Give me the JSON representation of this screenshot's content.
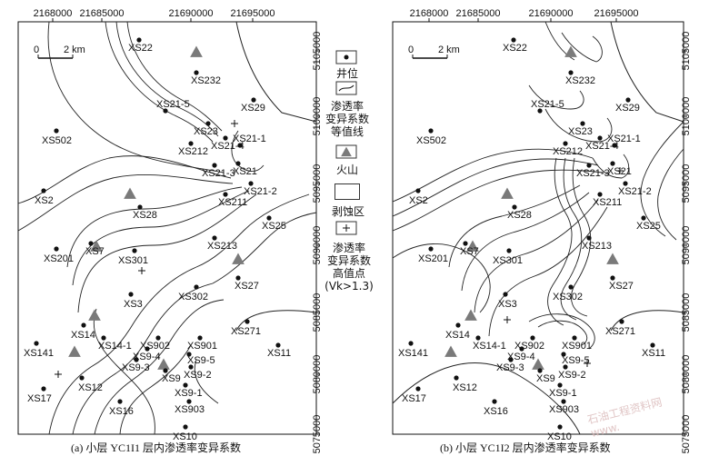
{
  "panels": [
    {
      "id": "a",
      "title": "(a) 小层 YC1I1 层内渗透率变异系数",
      "x_ticks": [
        "2168000",
        "21685000",
        "21690000",
        "21695000"
      ],
      "y_ticks": [
        "5105000",
        "5100000",
        "5095000",
        "5090000",
        "5085000",
        "5080000",
        "5075000"
      ],
      "scale_labels": [
        "0",
        "2 km"
      ],
      "wells": [
        "XS22",
        "XS232",
        "XS29",
        "XS23",
        "XS21-4",
        "XS21-5",
        "XS212",
        "XS502",
        "XS21-3",
        "XS21",
        "XS21-1",
        "XS211",
        "XS21-2",
        "XS2",
        "XS28",
        "XS25",
        "XS213",
        "XS7",
        "XS201",
        "XS301",
        "XS27",
        "XS3",
        "XS302",
        "XS271",
        "XS14",
        "XS902",
        "XS901",
        "XS14-1",
        "XS11",
        "XS9-4",
        "XS141",
        "XS9-3",
        "XS9-5",
        "XS9",
        "XS9-2",
        "XS12",
        "XS9-1",
        "XS17",
        "XS903",
        "XS16",
        "XS10"
      ]
    },
    {
      "id": "b",
      "title": "(b) 小层 YC1I2 层内渗透率变异系数",
      "x_ticks": [
        "2168000",
        "21685000",
        "21690000",
        "21695000"
      ],
      "y_ticks": [
        "5105000",
        "5100000",
        "5095000",
        "5090000",
        "5085000",
        "5080000",
        "5075000"
      ],
      "scale_labels": [
        "0",
        "2 km"
      ],
      "wells": [
        "XS22",
        "XS232",
        "XS29",
        "XS23",
        "XS21-4",
        "XS21-5",
        "XS212",
        "XS502",
        "XS21-3",
        "XS21",
        "XS21-1",
        "XS211",
        "XS21-2",
        "XS2",
        "XS28",
        "XS25",
        "XS213",
        "XS7",
        "XS201",
        "XS301",
        "XS27",
        "XS3",
        "XS302",
        "XS271",
        "XS14",
        "XS902",
        "XS901",
        "XS14-1",
        "XS11",
        "XS9-4",
        "XS141",
        "XS9-3",
        "XS9-5",
        "XS9",
        "XS9-2",
        "XS12",
        "XS9-1",
        "XS17",
        "XS903",
        "XS16",
        "XS10"
      ]
    }
  ],
  "legend": {
    "well": "井位",
    "contour": [
      "渗透率",
      "变异系数",
      "等值线"
    ],
    "volcano": "火山",
    "erosion": "剥蚀区",
    "high": [
      "渗透率",
      "变异系数",
      "高值点",
      "(Vk>1.3)"
    ]
  },
  "watermark": "石油工程资料网 www.",
  "colors": {
    "ink": "#111111",
    "volcano": "#7a7a7a",
    "contour": "#222222"
  }
}
